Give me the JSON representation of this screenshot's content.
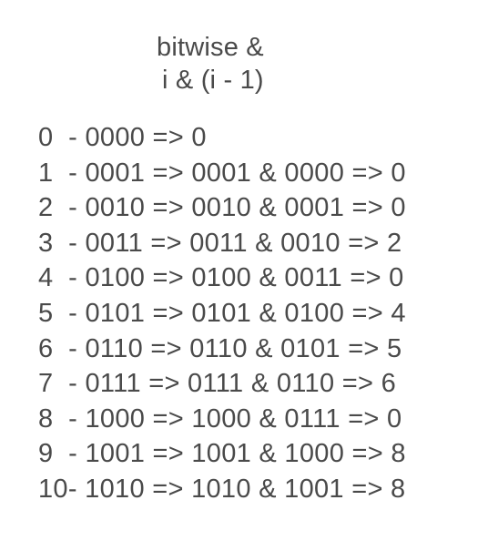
{
  "title": {
    "line1": "bitwise &",
    "line2": "i & (i - 1)"
  },
  "rows": [
    "0  - 0000 => 0",
    "1  - 0001 => 0001 & 0000 => 0",
    "2  - 0010 => 0010 & 0001 => 0",
    "3  - 0011 => 0011 & 0010 => 2",
    "4  - 0100 => 0100 & 0011 => 0",
    "5  - 0101 => 0101 & 0100 => 4",
    "6  - 0110 => 0110 & 0101 => 5",
    "7  - 0111 => 0111 & 0110 => 6",
    "8  - 1000 => 1000 & 0111 => 0",
    "9  - 1001 => 1001 & 1000 => 8",
    "10- 1010 => 1010 & 1001 => 8"
  ]
}
